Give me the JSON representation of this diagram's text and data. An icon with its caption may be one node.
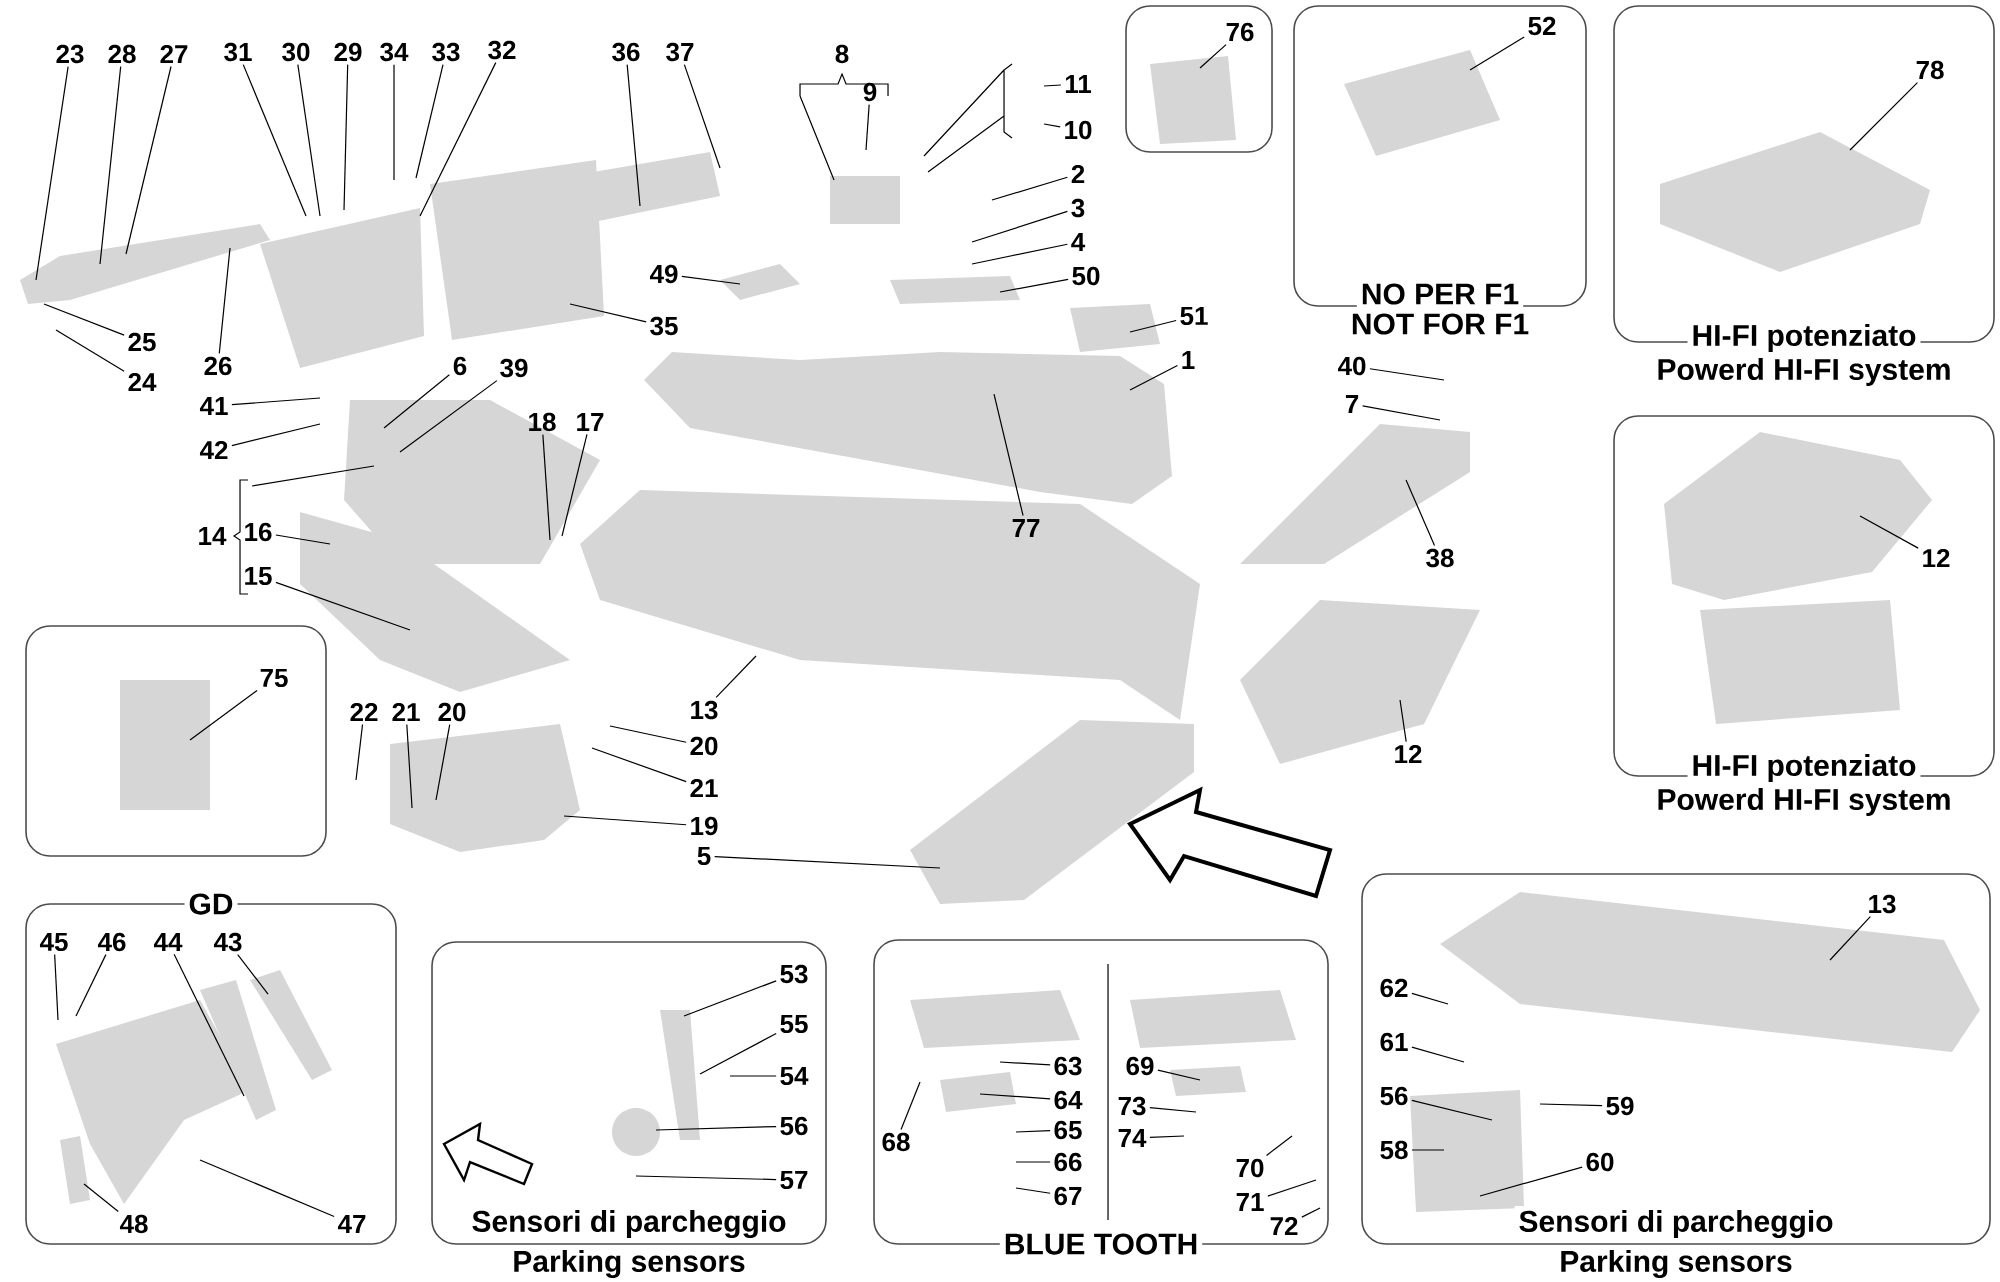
{
  "diagram": {
    "nodes": [
      {
        "text": [
          "23"
        ]
      },
      {
        "text": [
          "28"
        ]
      },
      {
        "text": [
          "27"
        ]
      },
      {
        "text": [
          "31"
        ]
      },
      {
        "text": [
          "30"
        ]
      },
      {
        "text": [
          "29"
        ]
      },
      {
        "text": [
          "34"
        ]
      },
      {
        "text": [
          "33"
        ]
      },
      {
        "text": [
          "32"
        ]
      },
      {
        "text": [
          "36"
        ]
      },
      {
        "text": [
          "37"
        ]
      },
      {
        "text": [
          "8"
        ]
      },
      {
        "text": [
          "9"
        ]
      },
      {
        "text": [
          "11"
        ]
      },
      {
        "text": [
          "10"
        ]
      },
      {
        "text": [],
        "shape": "box"
      },
      {
        "text": [
          "76"
        ],
        "in": 15
      },
      {
        "text": [
          "NO PER F1",
          "NOT FOR F1"
        ]
      },
      {
        "text": [
          "52"
        ],
        "in": 17
      },
      {
        "text": [
          "HI-FI potenziato",
          "Powerd HI-FI system"
        ]
      },
      {
        "text": [
          "78"
        ],
        "in": 19
      },
      {
        "text": [
          "25"
        ]
      },
      {
        "text": [
          "24"
        ]
      },
      {
        "text": [
          "26"
        ]
      },
      {
        "text": [
          "35"
        ]
      },
      {
        "text": [
          "49"
        ]
      },
      {
        "text": [
          "2"
        ]
      },
      {
        "text": [
          "3"
        ]
      },
      {
        "text": [
          "4"
        ]
      },
      {
        "text": [
          "50"
        ]
      },
      {
        "text": [
          "51"
        ]
      },
      {
        "text": [
          "1"
        ]
      },
      {
        "text": [
          "41"
        ]
      },
      {
        "text": [
          "42"
        ]
      },
      {
        "text": [
          "6"
        ]
      },
      {
        "text": [
          "39"
        ]
      },
      {
        "text": [
          "18"
        ]
      },
      {
        "text": [
          "17"
        ]
      },
      {
        "text": [
          "40"
        ]
      },
      {
        "text": [
          "7"
        ]
      },
      {
        "text": [
          "14"
        ]
      },
      {
        "text": [
          "16"
        ]
      },
      {
        "text": [
          "15"
        ]
      },
      {
        "text": [
          "77"
        ]
      },
      {
        "text": [
          "38"
        ]
      },
      {
        "text": [
          "HI-FI potenziato",
          "Powerd HI-FI system"
        ]
      },
      {
        "text": [
          "12"
        ],
        "in": 45
      },
      {
        "text": [],
        "shape": "box"
      },
      {
        "text": [
          "75"
        ],
        "in": 47
      },
      {
        "text": [
          "13"
        ]
      },
      {
        "text": [
          "12"
        ]
      },
      {
        "text": [
          "22"
        ]
      },
      {
        "text": [
          "21"
        ]
      },
      {
        "text": [
          "20"
        ]
      },
      {
        "text": [
          "20"
        ]
      },
      {
        "text": [
          "21"
        ]
      },
      {
        "text": [
          "19"
        ]
      },
      {
        "text": [
          "5"
        ]
      },
      {
        "text": [
          "GD"
        ]
      },
      {
        "text": [
          "45"
        ],
        "in": 58
      },
      {
        "text": [
          "46"
        ],
        "in": 58
      },
      {
        "text": [
          "44"
        ],
        "in": 58
      },
      {
        "text": [
          "43"
        ],
        "in": 58
      },
      {
        "text": [
          "48"
        ],
        "in": 58
      },
      {
        "text": [
          "47"
        ],
        "in": 58
      },
      {
        "text": [
          "Sensori di parcheggio",
          "Parking sensors"
        ]
      },
      {
        "text": [
          "53"
        ],
        "in": 65
      },
      {
        "text": [
          "55"
        ],
        "in": 65
      },
      {
        "text": [
          "54"
        ],
        "in": 65
      },
      {
        "text": [
          "56"
        ],
        "in": 65
      },
      {
        "text": [
          "57"
        ],
        "in": 65
      },
      {
        "text": [
          "BLUE TOOTH"
        ]
      },
      {
        "text": [
          "63"
        ],
        "in": 71
      },
      {
        "text": [
          "64"
        ],
        "in": 71
      },
      {
        "text": [
          "65"
        ],
        "in": 71
      },
      {
        "text": [
          "66"
        ],
        "in": 71
      },
      {
        "text": [
          "67"
        ],
        "in": 71
      },
      {
        "text": [
          "68"
        ],
        "in": 71
      },
      {
        "text": [
          "69"
        ],
        "in": 71
      },
      {
        "text": [
          "73"
        ],
        "in": 71
      },
      {
        "text": [
          "74"
        ],
        "in": 71
      },
      {
        "text": [
          "70"
        ],
        "in": 71
      },
      {
        "text": [
          "71"
        ],
        "in": 71
      },
      {
        "text": [
          "72"
        ],
        "in": 71
      },
      {
        "text": [
          "Sensori di parcheggio",
          "Parking sensors"
        ]
      },
      {
        "text": [
          "13"
        ],
        "in": 84
      },
      {
        "text": [
          "62"
        ],
        "in": 84
      },
      {
        "text": [
          "61"
        ],
        "in": 84
      },
      {
        "text": [
          "56"
        ],
        "in": 84
      },
      {
        "text": [
          "59"
        ],
        "in": 84
      },
      {
        "text": [
          "58"
        ],
        "in": 84
      },
      {
        "text": [
          "60"
        ],
        "in": 84
      }
    ],
    "edges": [
      {
        "from": 0,
        "to": null,
        "arrow": "none"
      },
      {
        "from": 1,
        "to": null,
        "arrow": "none"
      },
      {
        "from": 2,
        "to": null,
        "arrow": "none"
      },
      {
        "from": 3,
        "to": null,
        "arrow": "none"
      },
      {
        "from": 4,
        "to": null,
        "arrow": "none"
      },
      {
        "from": 5,
        "to": null,
        "arrow": "none"
      },
      {
        "from": 6,
        "to": null,
        "arrow": "none"
      },
      {
        "from": 7,
        "to": null,
        "arrow": "none"
      },
      {
        "from": 8,
        "to": null,
        "arrow": "none"
      },
      {
        "from": 9,
        "to": null,
        "arrow": "none"
      },
      {
        "from": 10,
        "to": null,
        "arrow": "none"
      },
      {
        "from": 12,
        "to": null,
        "arrow": "none"
      },
      {
        "from": 13,
        "to": null,
        "arrow": "none"
      },
      {
        "from": 14,
        "to": null,
        "arrow": "none"
      },
      {
        "from": 16,
        "to": null,
        "arrow": "none"
      },
      {
        "from": 18,
        "to": null,
        "arrow": "none"
      },
      {
        "from": 20,
        "to": null,
        "arrow": "none"
      },
      {
        "from": 21,
        "to": null,
        "arrow": "none"
      },
      {
        "from": 22,
        "to": null,
        "arrow": "none"
      },
      {
        "from": 23,
        "to": null,
        "arrow": "none"
      },
      {
        "from": 24,
        "to": null,
        "arrow": "none"
      },
      {
        "from": 25,
        "to": null,
        "arrow": "none"
      },
      {
        "from": 26,
        "to": null,
        "arrow": "none"
      },
      {
        "from": 27,
        "to": null,
        "arrow": "none"
      },
      {
        "from": 28,
        "to": null,
        "arrow": "none"
      },
      {
        "from": 29,
        "to": null,
        "arrow": "none"
      },
      {
        "from": 30,
        "to": null,
        "arrow": "none"
      },
      {
        "from": 31,
        "to": null,
        "arrow": "none"
      },
      {
        "from": 32,
        "to": null,
        "arrow": "none"
      },
      {
        "from": 33,
        "to": null,
        "arrow": "none"
      },
      {
        "from": 34,
        "to": null,
        "arrow": "none"
      },
      {
        "from": 35,
        "to": null,
        "arrow": "none"
      },
      {
        "from": 36,
        "to": null,
        "arrow": "none"
      },
      {
        "from": 37,
        "to": null,
        "arrow": "none"
      },
      {
        "from": 38,
        "to": null,
        "arrow": "none"
      },
      {
        "from": 39,
        "to": null,
        "arrow": "none"
      },
      {
        "from": 41,
        "to": null,
        "arrow": "none"
      },
      {
        "from": 42,
        "to": null,
        "arrow": "none"
      },
      {
        "from": 43,
        "to": null,
        "arrow": "none"
      },
      {
        "from": 44,
        "to": null,
        "arrow": "none"
      },
      {
        "from": 46,
        "to": null,
        "arrow": "none"
      },
      {
        "from": 48,
        "to": null,
        "arrow": "none"
      },
      {
        "from": 49,
        "to": null,
        "arrow": "none"
      },
      {
        "from": 50,
        "to": null,
        "arrow": "none"
      },
      {
        "from": 51,
        "to": null,
        "arrow": "none"
      },
      {
        "from": 52,
        "to": null,
        "arrow": "none"
      },
      {
        "from": 53,
        "to": null,
        "arrow": "none"
      },
      {
        "from": 54,
        "to": null,
        "arrow": "none"
      },
      {
        "from": 55,
        "to": null,
        "arrow": "none"
      },
      {
        "from": 56,
        "to": null,
        "arrow": "none"
      },
      {
        "from": 57,
        "to": null,
        "arrow": "none"
      },
      {
        "from": 59,
        "to": null,
        "arrow": "none"
      },
      {
        "from": 60,
        "to": null,
        "arrow": "none"
      },
      {
        "from": 61,
        "to": null,
        "arrow": "none"
      },
      {
        "from": 62,
        "to": null,
        "arrow": "none"
      },
      {
        "from": 63,
        "to": null,
        "arrow": "none"
      },
      {
        "from": 64,
        "to": null,
        "arrow": "none"
      },
      {
        "from": 66,
        "to": null,
        "arrow": "none"
      },
      {
        "from": 67,
        "to": null,
        "arrow": "none"
      },
      {
        "from": 68,
        "to": null,
        "arrow": "none"
      },
      {
        "from": 69,
        "to": null,
        "arrow": "none"
      },
      {
        "from": 70,
        "to": null,
        "arrow": "none"
      },
      {
        "from": 72,
        "to": null,
        "arrow": "none"
      },
      {
        "from": 73,
        "to": null,
        "arrow": "none"
      },
      {
        "from": 74,
        "to": null,
        "arrow": "none"
      },
      {
        "from": 75,
        "to": null,
        "arrow": "none"
      },
      {
        "from": 76,
        "to": null,
        "arrow": "none"
      },
      {
        "from": 77,
        "to": null,
        "arrow": "none"
      },
      {
        "from": 78,
        "to": null,
        "arrow": "none"
      },
      {
        "from": 79,
        "to": null,
        "arrow": "none"
      },
      {
        "from": 80,
        "to": null,
        "arrow": "none"
      },
      {
        "from": 81,
        "to": null,
        "arrow": "none"
      },
      {
        "from": 82,
        "to": null,
        "arrow": "none"
      },
      {
        "from": 83,
        "to": null,
        "arrow": "none"
      },
      {
        "from": 85,
        "to": null,
        "arrow": "none"
      },
      {
        "from": 86,
        "to": null,
        "arrow": "none"
      },
      {
        "from": 87,
        "to": null,
        "arrow": "none"
      },
      {
        "from": 88,
        "to": null,
        "arrow": "none"
      },
      {
        "from": 89,
        "to": null,
        "arrow": "none"
      },
      {
        "from": 90,
        "to": null,
        "arrow": "none"
      },
      {
        "from": 91,
        "to": null,
        "arrow": "none"
      }
    ]
  }
}
